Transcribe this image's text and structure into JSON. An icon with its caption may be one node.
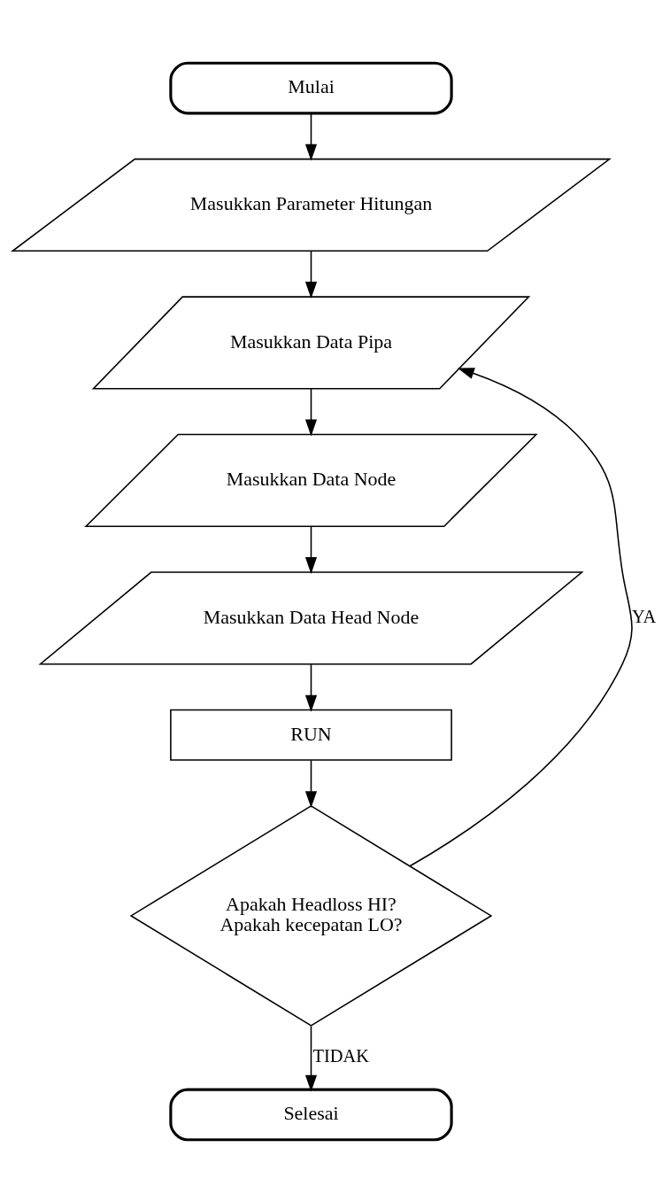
{
  "diagram": {
    "nodes": [
      {
        "text": [
          "Mulai"
        ]
      },
      {
        "text": [
          "Masukkan Parameter Hitungan"
        ]
      },
      {
        "text": [
          "Masukkan Data Pipa"
        ]
      },
      {
        "text": [
          "Masukkan Data Node"
        ]
      },
      {
        "text": [
          "Masukkan Data Head Node"
        ]
      },
      {
        "text": [
          "RUN"
        ]
      },
      {
        "text": [
          "Apakah Headloss HI?",
          "Apakah kecepatan LO?"
        ]
      },
      {
        "text": [
          "Selesai"
        ]
      }
    ],
    "edges": [
      {
        "from": 0,
        "to": 1,
        "arrow": "to"
      },
      {
        "from": 1,
        "to": 2,
        "arrow": "to"
      },
      {
        "from": 2,
        "to": 3,
        "arrow": "to"
      },
      {
        "from": 3,
        "to": 4,
        "arrow": "to"
      },
      {
        "from": 4,
        "to": 5,
        "arrow": "to"
      },
      {
        "from": 5,
        "to": 6,
        "arrow": "to"
      },
      {
        "from": 6,
        "to": 7,
        "arrow": "to",
        "label": "TIDAK"
      },
      {
        "from": 6,
        "to": 2,
        "arrow": "to",
        "label": "YA"
      }
    ]
  }
}
